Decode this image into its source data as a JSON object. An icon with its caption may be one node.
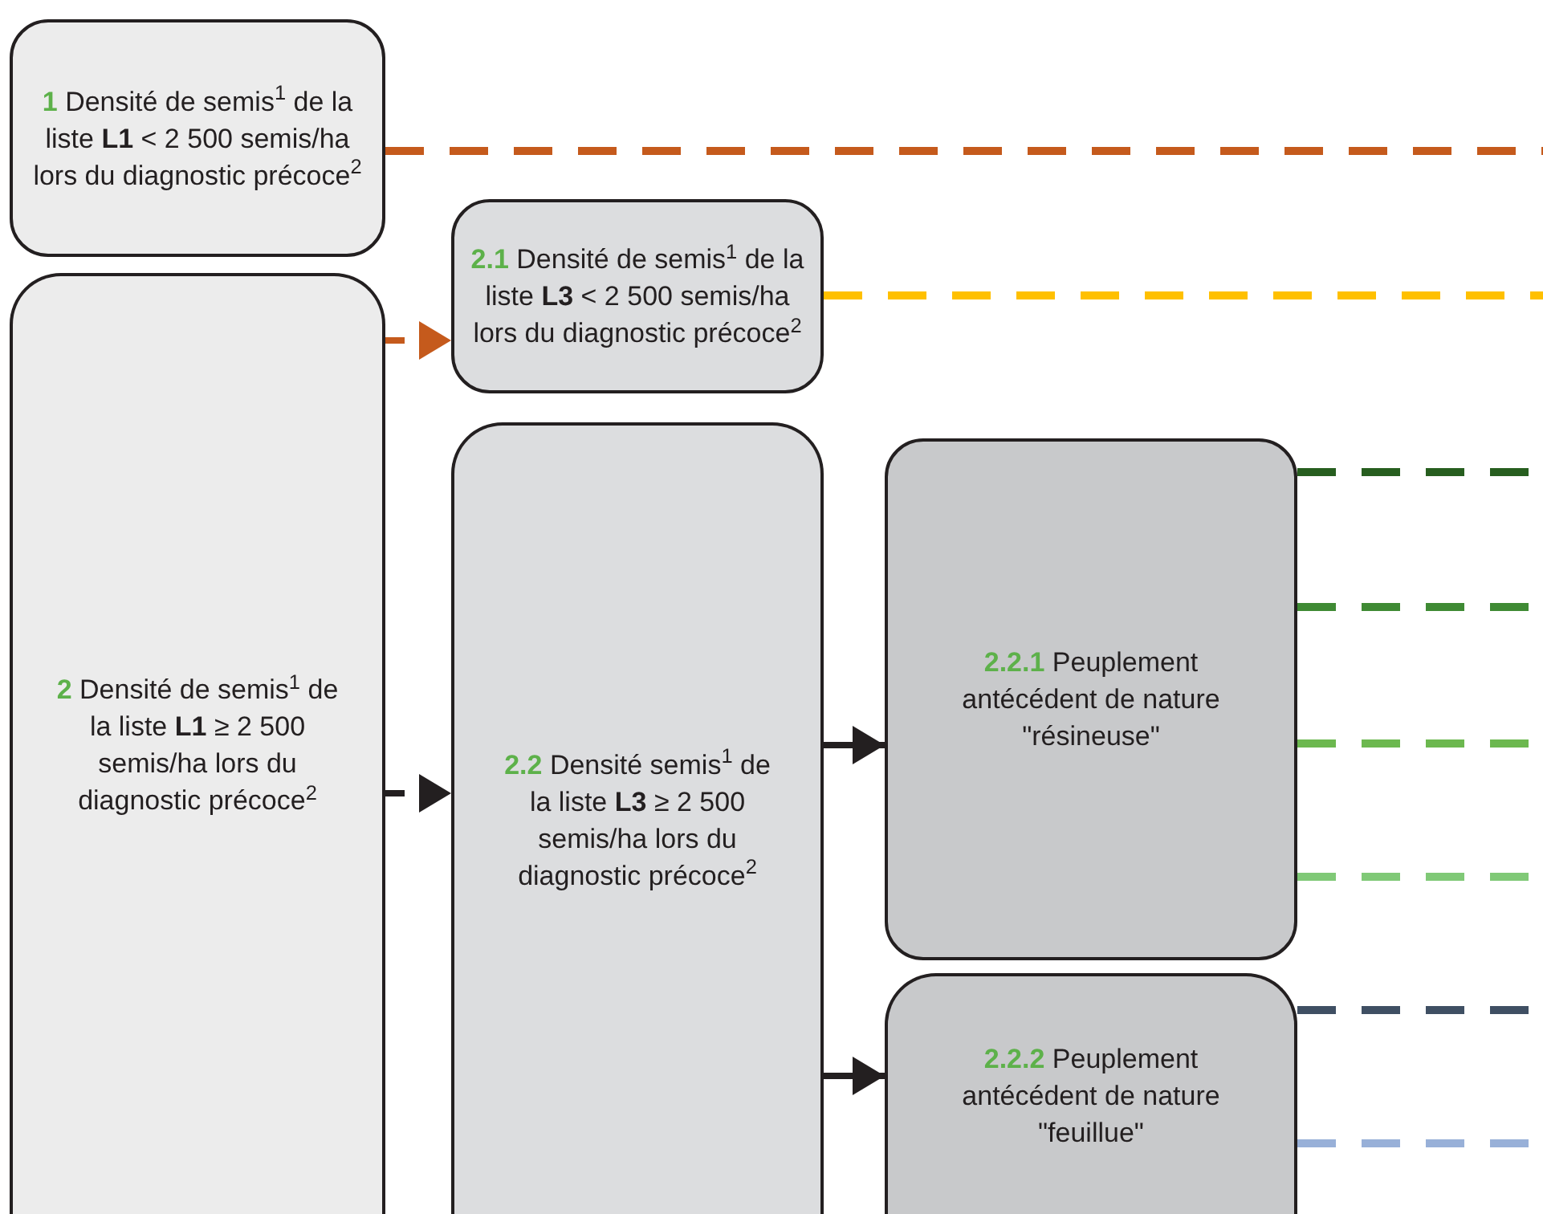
{
  "diagram": {
    "nodes": [
      {
        "text": [
          "1",
          "Densité de semis$^{1}$ de la liste **L1** < 2 500 semis/ha lors du diagnostic précoce$^{2}$"
        ]
      },
      {
        "text": [
          "2",
          "Densité de semis$^{1}$ de la liste **L1** ≥ 2 500 semis/ha lors du diagnostic précoce$^{2}$"
        ]
      },
      {
        "text": [
          "2.1",
          "Densité de semis$^{1}$ de la liste **L3** < 2 500 semis/ha lors du diagnostic précoce$^{2}$"
        ]
      },
      {
        "text": [
          "2.2",
          "Densité semis$^{1}$ de la liste **L3** ≥ 2 500 semis/ha lors du diagnostic précoce$^{2}$"
        ]
      },
      {
        "text": [
          "2.2.1",
          "Peuplement antécédent de nature \"résineuse\""
        ]
      },
      {
        "text": [
          "2.2.2",
          "Peuplement antécédent de nature \"feuillue\""
        ]
      }
    ],
    "edges": [
      {
        "from": 1,
        "to": 2,
        "arrow": "to",
        "style": "dashed",
        "color": "#c55a1c"
      },
      {
        "from": 1,
        "to": 3,
        "arrow": "to",
        "style": "dashed"
      },
      {
        "from": 3,
        "to": 4,
        "arrow": "to"
      },
      {
        "from": 3,
        "to": 5,
        "arrow": "to"
      },
      {
        "from": 0,
        "to": null,
        "arrow": "none",
        "style": "dashed",
        "color": "#c55a1c"
      },
      {
        "from": 2,
        "to": null,
        "arrow": "none",
        "style": "dashed",
        "color": "#ffc000"
      },
      {
        "from": 4,
        "to": null,
        "arrow": "none",
        "style": "dashed",
        "color": "#275e1f"
      },
      {
        "from": 4,
        "to": null,
        "arrow": "none",
        "style": "dashed",
        "color": "#3f8a34"
      },
      {
        "from": 4,
        "to": null,
        "arrow": "none",
        "style": "dashed",
        "color": "#6cb84f"
      },
      {
        "from": 4,
        "to": null,
        "arrow": "none",
        "style": "dashed",
        "color": "#80c977"
      },
      {
        "from": 5,
        "to": null,
        "arrow": "none",
        "style": "dashed",
        "color": "#3f4f63"
      },
      {
        "from": 5,
        "to": null,
        "arrow": "none",
        "style": "dashed",
        "color": "#98b0d8"
      }
    ]
  }
}
